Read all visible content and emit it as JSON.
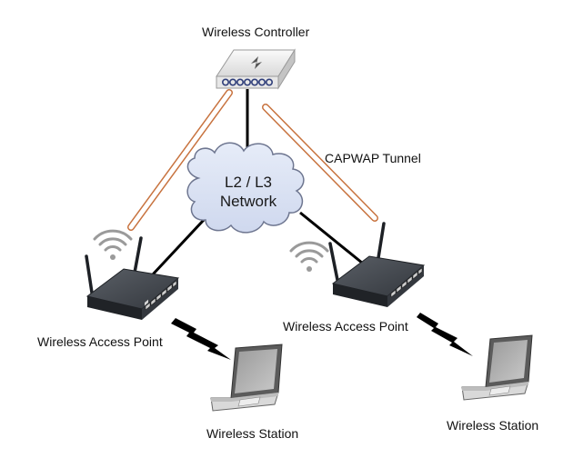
{
  "diagram": {
    "controller": {
      "label": "Wireless Controller",
      "icon": "wireless-controller-icon"
    },
    "network": {
      "line1": "L2 / L3",
      "line2": "Network",
      "icon": "cloud-icon"
    },
    "tunnel": {
      "label": "CAPWAP Tunnel"
    },
    "access_points": [
      {
        "label": "Wireless Access Point",
        "icon": "access-point-icon"
      },
      {
        "label": "Wireless Access Point",
        "icon": "access-point-icon"
      }
    ],
    "stations": [
      {
        "label": "Wireless Station",
        "icon": "laptop-icon"
      },
      {
        "label": "Wireless Station",
        "icon": "laptop-icon"
      }
    ]
  },
  "colors": {
    "tunnel": "#c8733f",
    "cloud_fill": "#dbe3f3",
    "cloud_stroke": "#6e7690",
    "device_body": "#2b2f35",
    "links": "#000000",
    "wifi_signal": "#9a9a9a"
  }
}
